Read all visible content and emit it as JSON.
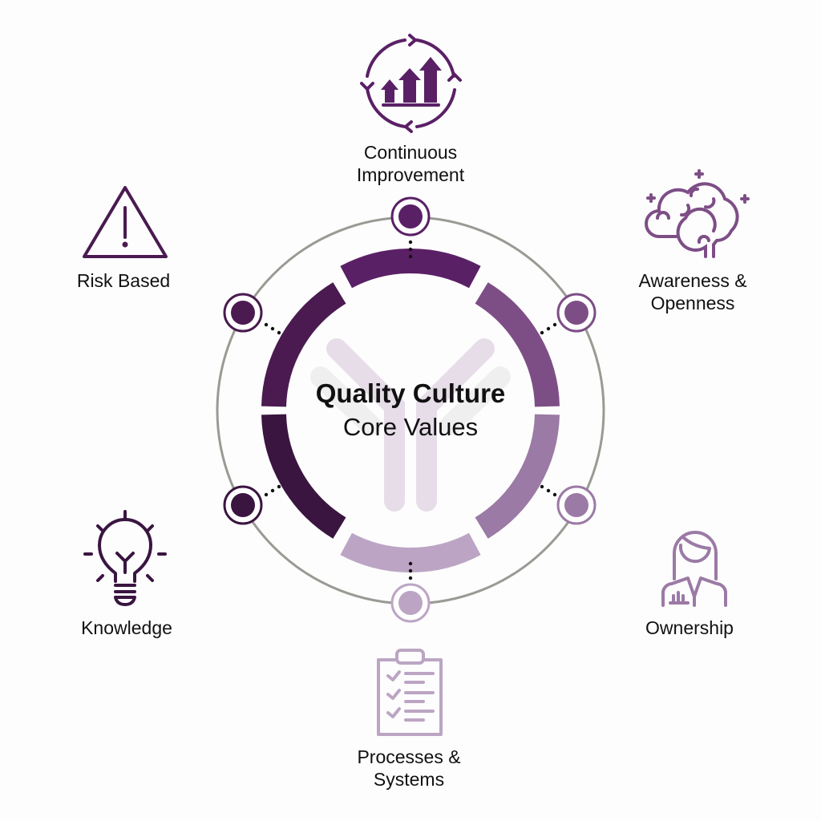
{
  "diagram": {
    "title": "Quality Culture",
    "subtitle": "Core Values",
    "values": [
      {
        "id": "continuous-improvement",
        "label_line1": "Continuous",
        "label_line2": "Improvement",
        "icon": "growth-cycle-icon",
        "color": "#5a2066"
      },
      {
        "id": "awareness-openness",
        "label_line1": "Awareness &",
        "label_line2": "Openness",
        "icon": "brain-icon",
        "color": "#7d4e86"
      },
      {
        "id": "ownership",
        "label_line1": "Ownership",
        "label_line2": "",
        "icon": "person-badge-icon",
        "color": "#9b7aa5"
      },
      {
        "id": "processes-systems",
        "label_line1": "Processes &",
        "label_line2": "Systems",
        "icon": "clipboard-checklist-icon",
        "color": "#bca5c4"
      },
      {
        "id": "knowledge",
        "label_line1": "Knowledge",
        "label_line2": "",
        "icon": "lightbulb-icon",
        "color": "#3a1540"
      },
      {
        "id": "risk-based",
        "label_line1": "Risk Based",
        "label_line2": "",
        "icon": "warning-triangle-icon",
        "color": "#4a1a50"
      }
    ],
    "colors": {
      "outer_ring": "#9a9a94",
      "watermark": "#e6dde9",
      "watermark_shadow": "#efefef",
      "background": "#fdfdfd",
      "text": "#111111"
    }
  }
}
